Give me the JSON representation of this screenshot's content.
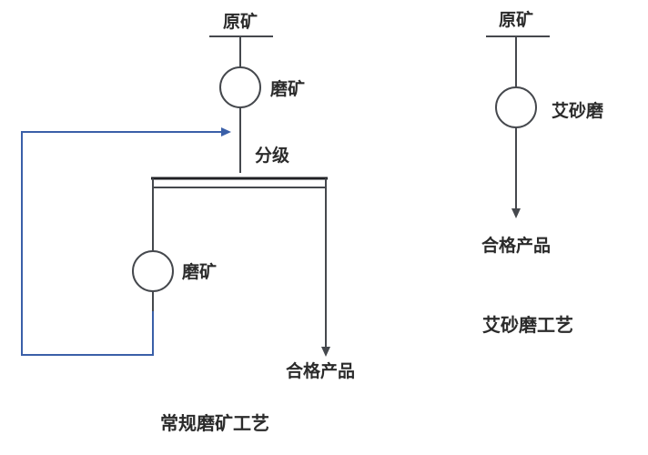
{
  "conventional": {
    "feed_label": "原矿",
    "primary_mill_label": "磨矿",
    "classify_label": "分级",
    "regrind_mill_label": "磨矿",
    "product_label": "合格产品",
    "caption": "常规磨矿工艺"
  },
  "isamill": {
    "feed_label": "原矿",
    "mill_label": "艾砂磨",
    "product_label": "合格产品",
    "caption": "艾砂磨工艺"
  },
  "colors": {
    "line": "#45484d",
    "screen_line": "#1f2024",
    "recycle_line": "#3a5fa8",
    "text": "#2b2b2b"
  }
}
